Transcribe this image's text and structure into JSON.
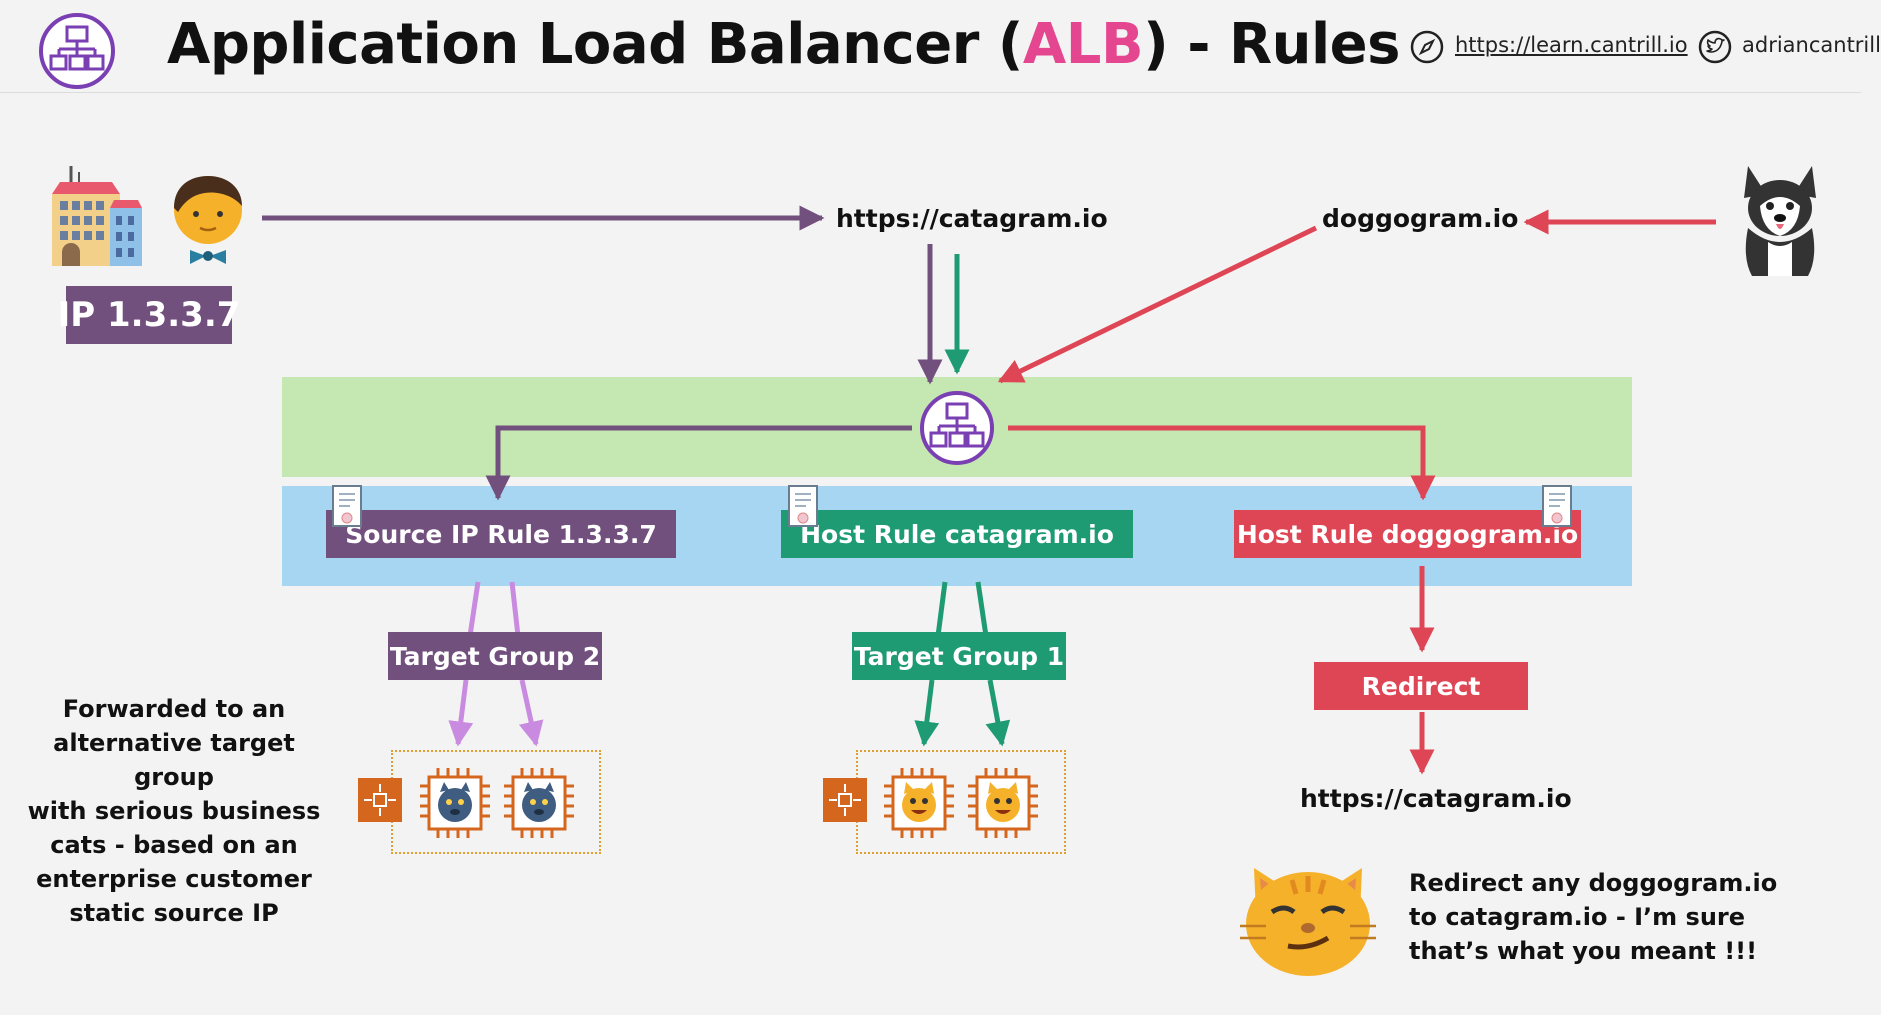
{
  "header": {
    "title_prefix": "Application Load Balancer (",
    "title_accent": "ALB",
    "title_suffix": ") - Rules",
    "website": "https://learn.cantrill.io",
    "twitter": "adriancantrill",
    "icons": [
      "load-balancer-icon",
      "compass-icon",
      "twitter-icon"
    ]
  },
  "client": {
    "ip_label": "IP 1.3.3.7",
    "icons": [
      "office-building-icon",
      "businessman-icon"
    ]
  },
  "requests": {
    "catagram": "https://catagram.io",
    "doggogram": "doggogram.io"
  },
  "rules": {
    "source_ip": "Source IP Rule 1.3.3.7",
    "host_catagram": "Host Rule catagram.io",
    "host_doggogram": "Host Rule doggogram.io"
  },
  "targets": {
    "group2": "Target Group 2",
    "group1": "Target Group 1",
    "redirect": "Redirect",
    "redirect_destination": "https://catagram.io"
  },
  "notes": {
    "left": [
      "Forwarded to an",
      "alternative target group",
      "with serious business",
      "cats - based on an",
      "enterprise customer",
      "static source IP"
    ],
    "right": [
      "Redirect any doggogram.io",
      "to catagram.io - I’m sure",
      "that’s what you meant !!!"
    ]
  },
  "colors": {
    "purple": "#72507e",
    "green": "#1e9b73",
    "red": "#de4555",
    "alb_band": "#c5e8b3",
    "rules_band": "#a7d6f3",
    "accent_pink": "#e4468f",
    "lavender": "#c98be0",
    "asg_orange": "#d4661e"
  }
}
